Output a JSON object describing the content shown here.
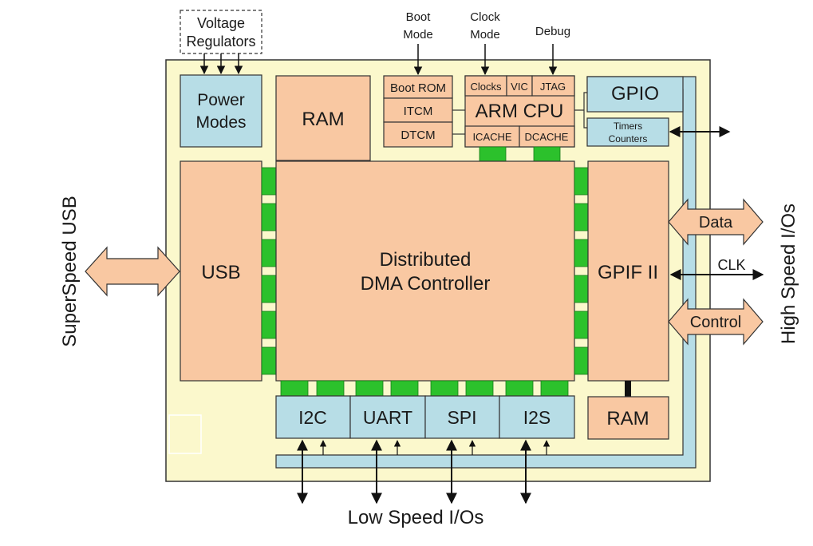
{
  "colors": {
    "chip": "#fbf8cc",
    "peach": "#f9c8a2",
    "blue": "#b7dde6",
    "green": "#2cc12c",
    "stroke": "#333333"
  },
  "external": {
    "voltage_regulators": [
      "Voltage",
      "Regulators"
    ],
    "boot_mode": [
      "Boot",
      "Mode"
    ],
    "clock_mode": [
      "Clock",
      "Mode"
    ],
    "debug": "Debug",
    "superspeed_usb": "SuperSpeed USB",
    "high_speed_ios": "High Speed I/Os",
    "low_speed_ios": "Low Speed I/Os",
    "data": "Data",
    "clk": "CLK",
    "control": "Control"
  },
  "blocks": {
    "power_modes": [
      "Power",
      "Modes"
    ],
    "ram_top": "RAM",
    "boot_rom": "Boot ROM",
    "itcm": "ITCM",
    "dtcm": "DTCM",
    "clocks": "Clocks",
    "vic": "VIC",
    "jtag": "JTAG",
    "arm_cpu": "ARM CPU",
    "icache": "ICACHE",
    "dcache": "DCACHE",
    "gpio": "GPIO",
    "timers_counters": [
      "Timers",
      "Counters"
    ],
    "usb": "USB",
    "dma": [
      "Distributed",
      "DMA Controller"
    ],
    "gpif": "GPIF II",
    "i2c": "I2C",
    "uart": "UART",
    "spi": "SPI",
    "i2s": "I2S",
    "ram_bottom": "RAM"
  }
}
